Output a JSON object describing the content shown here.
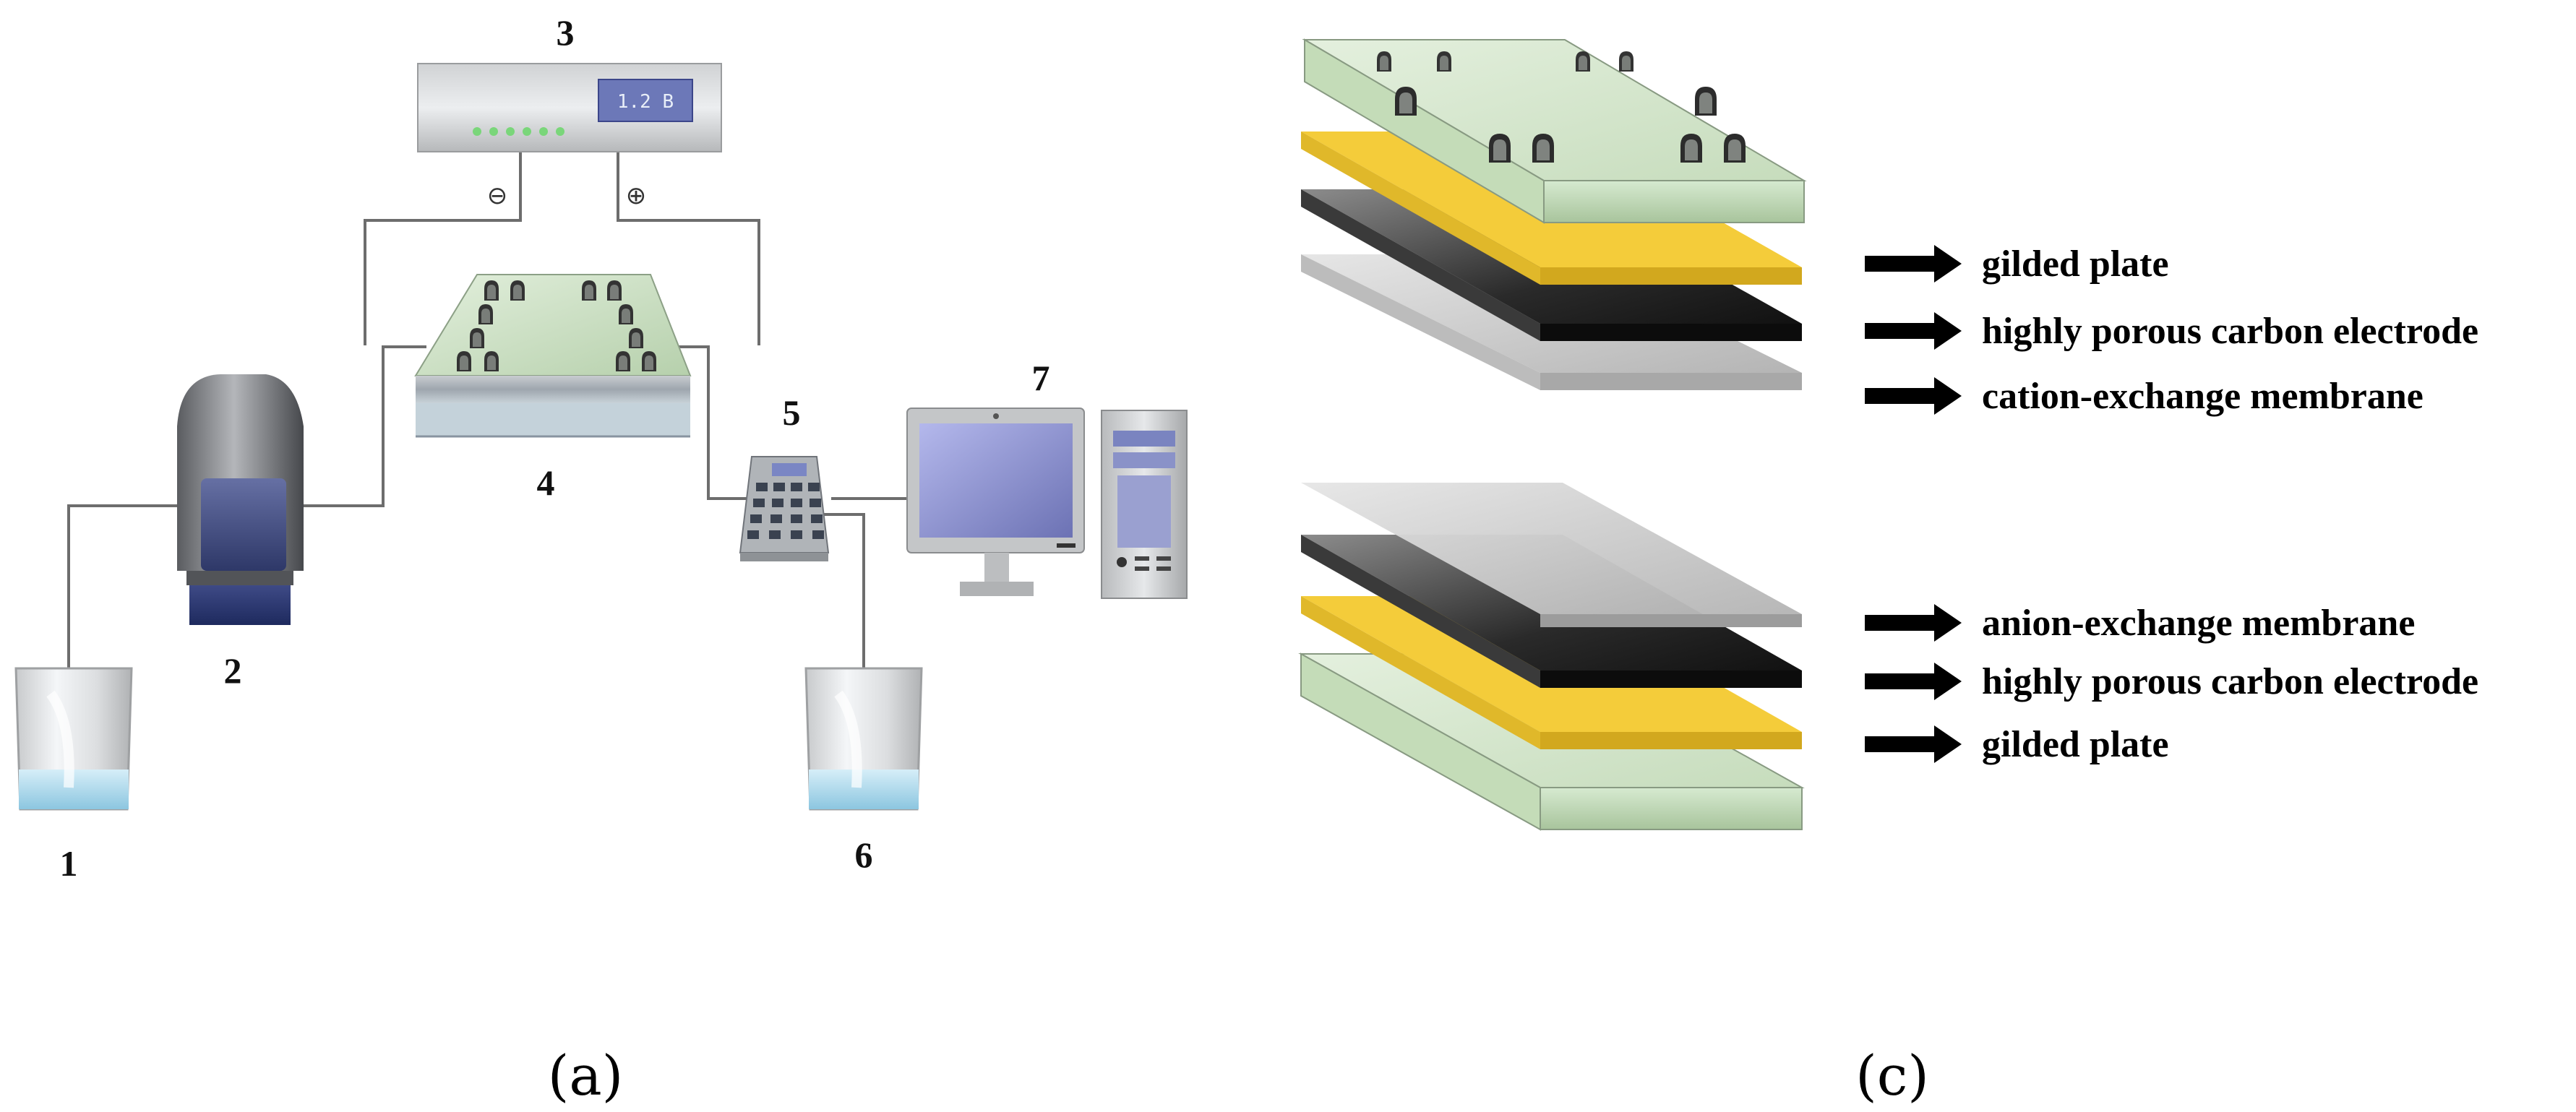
{
  "panel_a": {
    "label": "(a)",
    "components": [
      {
        "id": "1",
        "label": "1",
        "kind": "beaker"
      },
      {
        "id": "2",
        "label": "2",
        "kind": "pump"
      },
      {
        "id": "3",
        "label": "3",
        "kind": "power-supply"
      },
      {
        "id": "4",
        "label": "4",
        "kind": "cell"
      },
      {
        "id": "5",
        "label": "5",
        "kind": "meter"
      },
      {
        "id": "6",
        "label": "6",
        "kind": "beaker"
      },
      {
        "id": "7",
        "label": "7",
        "kind": "computer"
      }
    ],
    "power_supply": {
      "display": "1.2 B",
      "negative_sign": "⊖",
      "positive_sign": "⊕"
    }
  },
  "panel_c": {
    "label": "(c)",
    "top_layers": [
      {
        "label": "gilded plate",
        "color": "#f3cc3c"
      },
      {
        "label": "highly porous carbon electrode",
        "color": "#161616"
      },
      {
        "label": "cation-exchange membrane",
        "color": "#d6d6d6"
      }
    ],
    "bottom_layers": [
      {
        "label": "anion-exchange membrane",
        "color": "#d0d0d0"
      },
      {
        "label": "highly porous carbon electrode",
        "color": "#161616"
      },
      {
        "label": "gilded plate",
        "color": "#f3cc3c"
      }
    ]
  },
  "colors": {
    "plate_top": "#d4e6cc",
    "plate_side": "#bcd6b4",
    "gold": "#f3cc3c",
    "carbon": "#161616",
    "membrane": "#d6d6d6",
    "screen": "#9aa0d8",
    "water": "#b8dcec"
  }
}
